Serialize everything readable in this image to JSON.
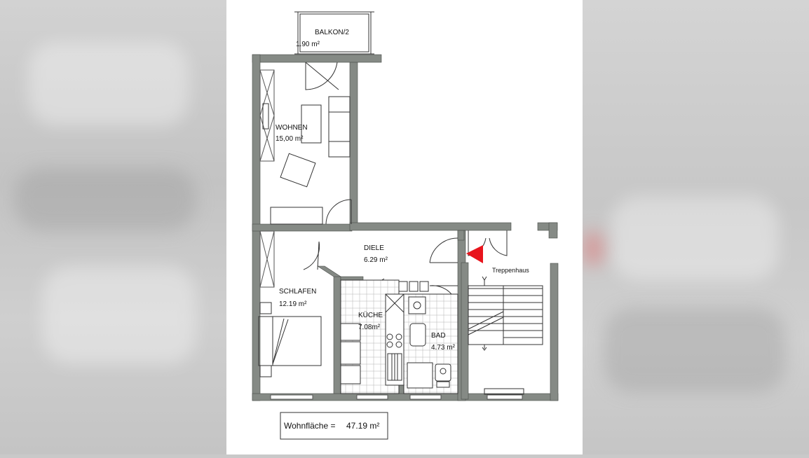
{
  "rooms": {
    "balkon": {
      "name": "BALKON/2",
      "area": "1.90 m²"
    },
    "wohnen": {
      "name": "WOHNEN",
      "area": "15,00 m²"
    },
    "diele": {
      "name": "DIELE",
      "area": "6.29 m²"
    },
    "schlafen": {
      "name": "SCHLAFEN",
      "area": "12.19 m²"
    },
    "kueche": {
      "name": "KÜCHE",
      "area": "7.08m²"
    },
    "bad": {
      "name": "BAD",
      "area": "4.73 m²"
    },
    "treppenhaus": {
      "name": "Treppenhaus"
    }
  },
  "total": {
    "label": "Wohnfläche =",
    "value": "47.19 m²"
  },
  "colors": {
    "wall": "#858a85",
    "line": "#333333",
    "entrance_marker": "#e8141c"
  },
  "icons": {
    "entrance_marker": "red-triangle-icon"
  }
}
